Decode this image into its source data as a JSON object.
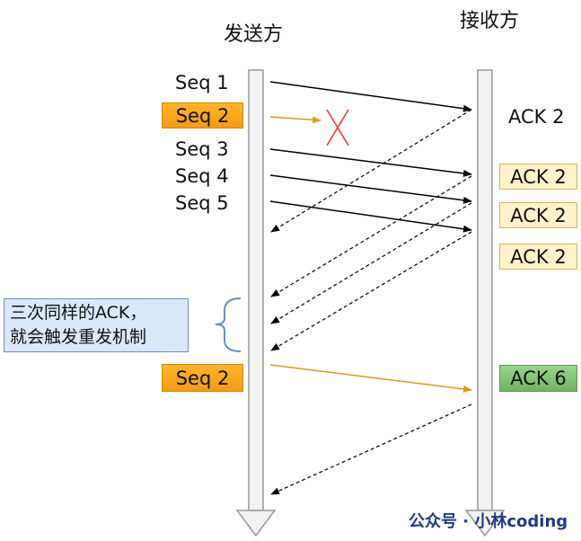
{
  "titles": {
    "sender": "发送方",
    "receiver": "接收方"
  },
  "sender_labels": {
    "seq1": "Seq 1",
    "seq2": "Seq 2",
    "seq3": "Seq 3",
    "seq4": "Seq 4",
    "seq5": "Seq 5",
    "seq2_retransmit": "Seq 2"
  },
  "receiver_labels": {
    "ack_plain": "ACK 2",
    "ack_dup1": "ACK 2",
    "ack_dup2": "ACK 2",
    "ack_dup3": "ACK 2",
    "ack_final": "ACK 6"
  },
  "note": {
    "line1": "三次同样的ACK，",
    "line2": "就会触发重发机制"
  },
  "watermark": "公众号 · 小林coding",
  "colors": {
    "orange": "#f39c12",
    "cream": "#fff2cc",
    "green": "#82c07a",
    "note_bg": "#dae8fc",
    "lost_mark": "#e53935",
    "gold_arrow": "#d4a017"
  }
}
